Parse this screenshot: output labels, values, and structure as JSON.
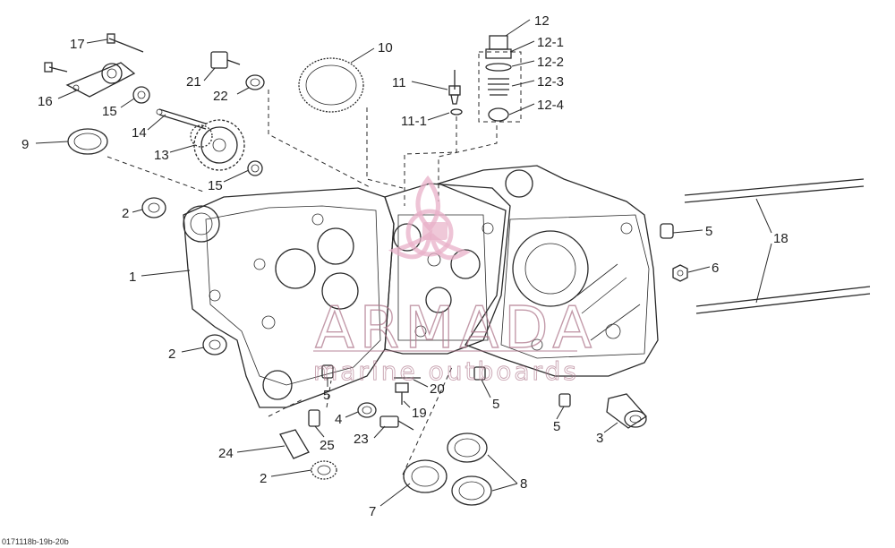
{
  "diagram": {
    "ref_code": "0171118b-19b-20b",
    "watermark": {
      "brand": "ARMADA",
      "tagline": "marine outboards",
      "color": "#e8b0c8"
    },
    "callouts": [
      {
        "id": "c12",
        "label": "12"
      },
      {
        "id": "c12-1",
        "label": "12-1"
      },
      {
        "id": "c12-2",
        "label": "12-2"
      },
      {
        "id": "c12-3",
        "label": "12-3"
      },
      {
        "id": "c12-4",
        "label": "12-4"
      },
      {
        "id": "c17",
        "label": "17"
      },
      {
        "id": "c10",
        "label": "10"
      },
      {
        "id": "c21",
        "label": "21"
      },
      {
        "id": "c22",
        "label": "22"
      },
      {
        "id": "c11",
        "label": "11"
      },
      {
        "id": "c11-1",
        "label": "11-1"
      },
      {
        "id": "c16",
        "label": "16"
      },
      {
        "id": "c15a",
        "label": "15"
      },
      {
        "id": "c14",
        "label": "14"
      },
      {
        "id": "c9",
        "label": "9"
      },
      {
        "id": "c13",
        "label": "13"
      },
      {
        "id": "c15b",
        "label": "15"
      },
      {
        "id": "c2a",
        "label": "2"
      },
      {
        "id": "c5a",
        "label": "5"
      },
      {
        "id": "c18",
        "label": "18"
      },
      {
        "id": "c6",
        "label": "6"
      },
      {
        "id": "c1",
        "label": "1"
      },
      {
        "id": "c2b",
        "label": "2"
      },
      {
        "id": "c5b",
        "label": "5"
      },
      {
        "id": "c20",
        "label": "20"
      },
      {
        "id": "c5c",
        "label": "5"
      },
      {
        "id": "c4",
        "label": "4"
      },
      {
        "id": "c19",
        "label": "19"
      },
      {
        "id": "c5d",
        "label": "5"
      },
      {
        "id": "c23",
        "label": "23"
      },
      {
        "id": "c25",
        "label": "25"
      },
      {
        "id": "c3",
        "label": "3"
      },
      {
        "id": "c24",
        "label": "24"
      },
      {
        "id": "c2c",
        "label": "2"
      },
      {
        "id": "c8",
        "label": "8"
      },
      {
        "id": "c7",
        "label": "7"
      }
    ]
  }
}
